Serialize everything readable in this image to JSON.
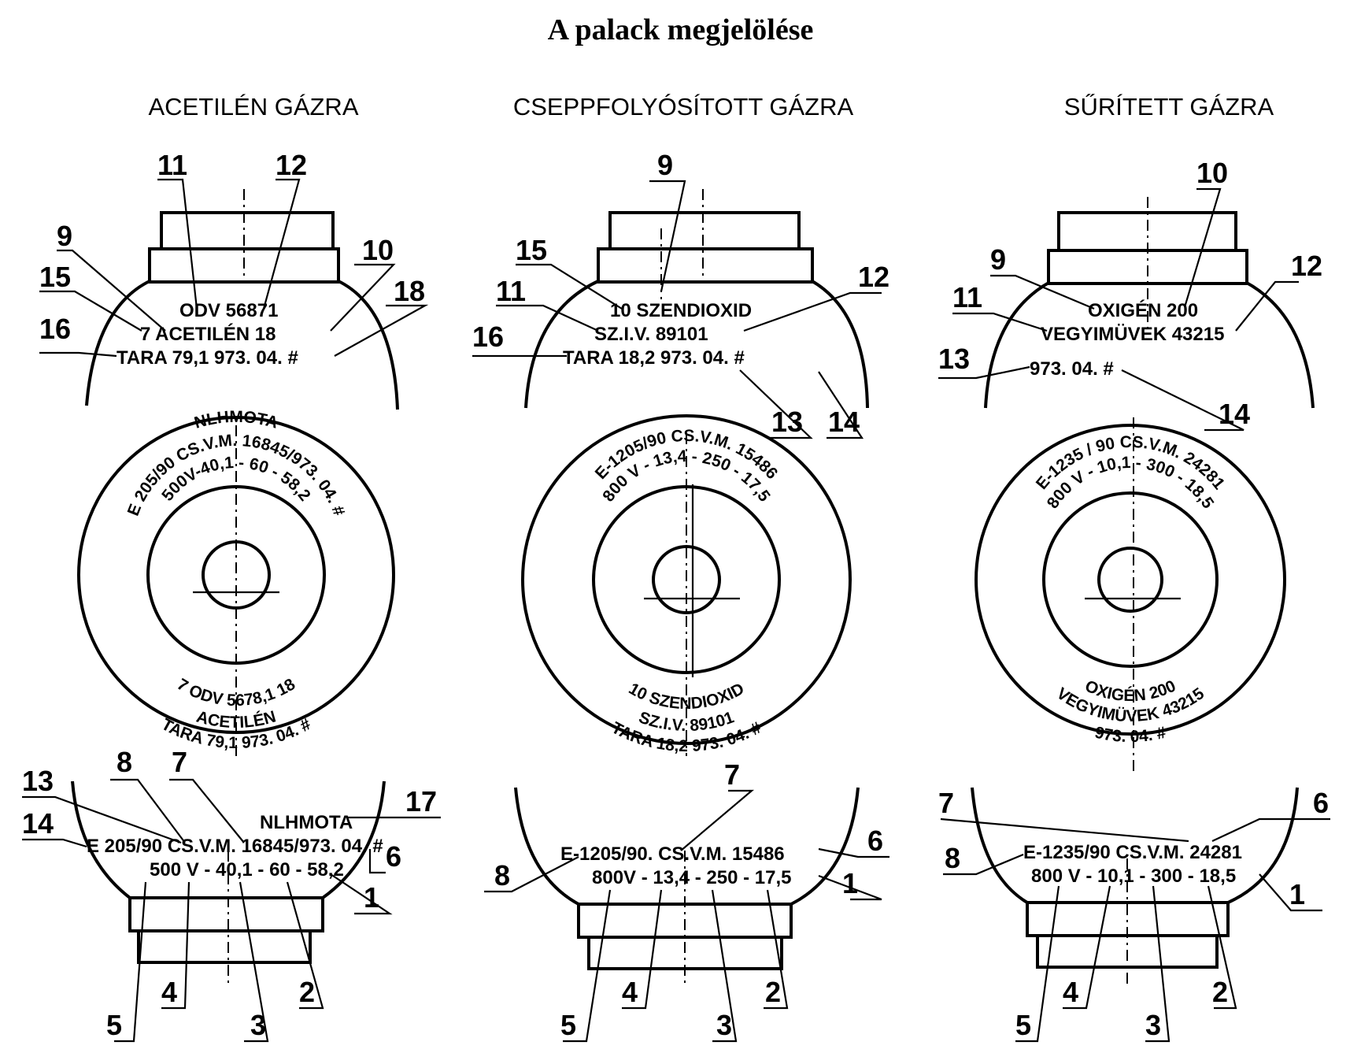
{
  "title": "A palack megjelölése",
  "columns": [
    {
      "heading": "ACETILÉN GÁZRA",
      "top_lines": [
        "ODV   56871",
        "7   ACETILÉN  18",
        "TARA  79,1      973. 04. #"
      ],
      "bottom_lines": [
        "NLHMOTA",
        "E 205/90 CS.V.M. 16845/973. 04. #",
        "500 V - 40,1 - 60 - 58,2"
      ],
      "ring_top": [
        "E 205/90 CS.V.M. 16845/973. 04. #",
        "500V-40,1 - 60 - 58,2",
        "NLHMOTA"
      ],
      "ring_bottom": [
        "7 ODV 5678,1  18",
        "ACETILÉN",
        "TARA 79,1  973. 04. #"
      ],
      "labels": {
        "top": [
          "11",
          "12",
          "9",
          "10",
          "15",
          "18",
          "16"
        ],
        "bottom": [
          "8",
          "7",
          "13",
          "17",
          "14",
          "6",
          "1",
          "5",
          "4",
          "3",
          "2"
        ]
      }
    },
    {
      "heading": "CSEPPFOLYÓSÍTOTT GÁZRA",
      "top_lines": [
        "10  SZENDIOXID",
        "SZ.I.V.   89101",
        "TARA  18,2      973. 04. #"
      ],
      "bottom_lines": [
        "E-1205/90. CS.V.M. 15486",
        "800V - 13,4 - 250 - 17,5"
      ],
      "ring_top": [
        "E-1205/90 CS.V.M. 15486",
        "800 V - 13,4 - 250 - 17,5"
      ],
      "ring_bottom": [
        "10 SZENDIOXID",
        "SZ.I.V.   89101",
        "TARA 18,2   973. 04. #"
      ],
      "labels": {
        "top": [
          "9",
          "15",
          "11",
          "12",
          "16",
          "13",
          "14"
        ],
        "bottom": [
          "7",
          "6",
          "8",
          "1",
          "5",
          "4",
          "3",
          "2"
        ]
      }
    },
    {
      "heading": "SŰRÍTETT GÁZRA",
      "top_lines": [
        "OXIGÉN  200",
        "VEGYIMÜVEK   43215",
        "973. 04. #"
      ],
      "bottom_lines": [
        "E-1235/90 CS.V.M. 24281",
        "800 V - 10,1 - 300 - 18,5"
      ],
      "ring_top": [
        "E-1235 / 90  CS.V.M. 24281",
        "800 V - 10,1 - 300 - 18,5"
      ],
      "ring_bottom": [
        "OXIGÉN   200",
        "VEGYIMÜVEK  43215",
        "973. 04. #"
      ],
      "labels": {
        "top": [
          "10",
          "9",
          "12",
          "11",
          "13",
          "14"
        ],
        "bottom": [
          "7",
          "6",
          "8",
          "1",
          "5",
          "4",
          "3",
          "2"
        ]
      }
    }
  ]
}
